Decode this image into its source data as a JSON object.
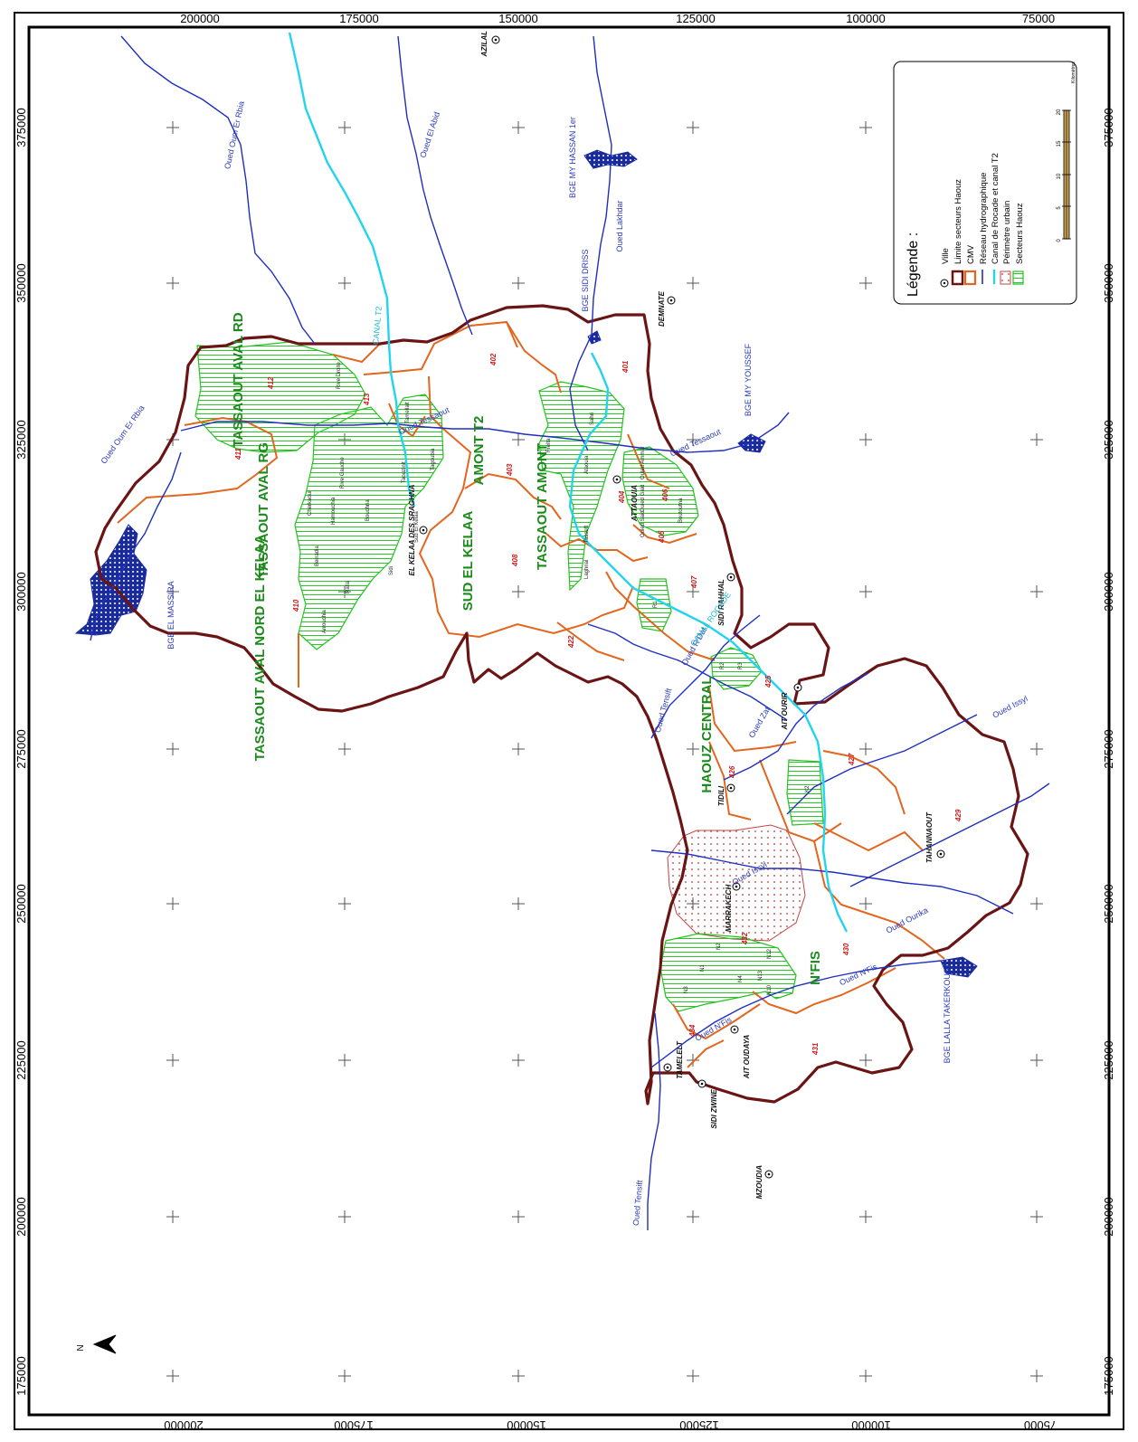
{
  "axes": {
    "top": [
      "200000",
      "175000",
      "150000",
      "125000",
      "100000",
      "75000"
    ],
    "bottom": [
      "200000",
      "175000",
      "150000",
      "125000",
      "100000",
      "75000"
    ],
    "left": [
      "375000",
      "350000",
      "325000",
      "300000",
      "275000",
      "250000",
      "225000",
      "200000",
      "175000"
    ],
    "right": [
      "375000",
      "350000",
      "325000",
      "300000",
      "275000",
      "250000",
      "225000",
      "200000",
      "175000"
    ]
  },
  "legend": {
    "title": "Légende :",
    "items": [
      {
        "label": "Ville",
        "symbol": "city"
      },
      {
        "label": "Limite secteurs Haouz",
        "symbol": "box-dark"
      },
      {
        "label": "CMV",
        "symbol": "box-orange"
      },
      {
        "label": "Réseau hydrographique",
        "symbol": "line-blue"
      },
      {
        "label": "Canal de Rocade et canal T2",
        "symbol": "line-cyan"
      },
      {
        "label": "Périmètre urbain",
        "symbol": "box-urban"
      },
      {
        "label": "Secteurs Haouz",
        "symbol": "box-green"
      }
    ],
    "scale": {
      "ticks": [
        "0",
        "5",
        "10",
        "15",
        "20"
      ],
      "unit": "Kilomètres"
    }
  },
  "north": "N",
  "colors": {
    "boundary": "#6b1414",
    "cmv": "#e2661e",
    "river": "#1f2fbf",
    "canal": "#22d4ee",
    "sector": "#22c31e",
    "sector_text": "#1b8a1b",
    "cmv_text": "#cc1e1e",
    "water": "#1a2c9c"
  },
  "sector_labels": [
    "TASSAOUT AVAL RD",
    "TASSAOUT AVAL RG",
    "TASSAOUT AVAL NORD EL KELAA",
    "SUD EL KELAA",
    "AMONT T2",
    "TASSAOUT AMONT",
    "HAOUZ CENTRAL",
    "N'FIS"
  ],
  "cmv_labels": [
    "402",
    "401",
    "403",
    "404",
    "406",
    "405",
    "407",
    "408",
    "411",
    "412",
    "413",
    "410",
    "422",
    "425",
    "426",
    "427",
    "429",
    "430",
    "431",
    "432",
    "434"
  ],
  "city_labels": [
    "AZILAL",
    "DEMNATE",
    "ATTAOUIA",
    "SIDI RAHHAL",
    "AIT OURIR",
    "EL KELAA DES SRAGHNA",
    "TAHANNAOUT",
    "MARRAKECH",
    "AIT OUDAYA",
    "SIDI ZWINE",
    "MZOUDIA",
    "TAMELELT",
    "TIDILI"
  ],
  "hydro_labels": [
    "Oued Oum Er Rbia",
    "Oued El Abid",
    "BGE MY HASSAN 1er",
    "Oued Lakhdar",
    "BGE SIDI DRISS",
    "BGE MY YOUSSEF",
    "Oued Tessaout",
    "CANAL T2",
    "Oued Tessaout",
    "Oued Oum Er Rbia",
    "BGE EL MASSIRA",
    "Oued Tensift",
    "Oued R'Dat",
    "Oued Zat",
    "Oued Issyl",
    "Oued Ourika",
    "Oued Issyl",
    "Oued N'Fis",
    "Oued N'Fis",
    "BGE LALLA TAKERKOUST",
    "Oued Tensift",
    "CANAL ROCADE"
  ],
  "sub_labels": [
    "Rive Droite",
    "Tamellalt",
    "Taouzinit",
    "Tagoubia",
    "Rive Gauche",
    "Cherkaoui",
    "Hamouchia",
    "Bouchria",
    "Rafia",
    "Berradia",
    "Arrouchia",
    "Sud El Kelaa",
    "Sidi",
    "Freita",
    "Sahri",
    "Ataouia",
    "Ouled Ammar",
    "Ouled Gaid",
    "Boutoutna",
    "Ouled Said",
    "Tasseft",
    "Laghrial",
    "R1",
    "R2",
    "R3",
    "K2",
    "N2",
    "N1",
    "N3",
    "N12",
    "N4",
    "N10",
    "N13"
  ]
}
